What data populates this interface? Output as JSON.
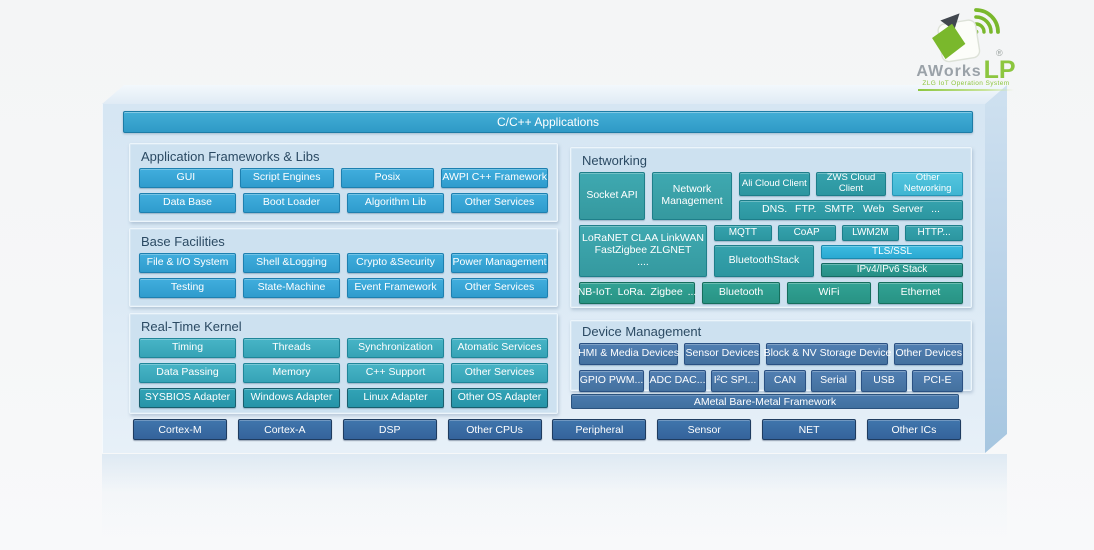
{
  "logo": {
    "brand": "AWorks",
    "suffix": "LP",
    "registered": "®",
    "tagline": "ZLG IoT Operation System"
  },
  "colors": {
    "brand_green": "#8cc63f",
    "sky_blue": "#35a4d4",
    "teal": "#38a8b4",
    "green_teal": "#2d9c8e",
    "steel_blue": "#4a7cb0",
    "navy_chip": "#3a6ba2",
    "panel_blue": "#cde1f0"
  },
  "top_bar": {
    "label": "C/C++ Applications"
  },
  "app_frameworks": {
    "title": "Application Frameworks & Libs",
    "row1": [
      "GUI",
      "Script Engines",
      "Posix",
      "AWPI C++ Framework"
    ],
    "row2": [
      "Data Base",
      "Boot Loader",
      "Algorithm Lib",
      "Other Services"
    ]
  },
  "base_facilities": {
    "title": "Base Facilities",
    "row1": [
      "File & I/O System",
      "Shell &Logging",
      "Crypto &Security",
      "Power Management"
    ],
    "row2": [
      "Testing",
      "State-Machine",
      "Event Framework",
      "Other Services"
    ]
  },
  "rt_kernel": {
    "title": "Real-Time Kernel",
    "row1": [
      "Timing",
      "Threads",
      "Synchronization",
      "Atomatic Services"
    ],
    "row2": [
      "Data Passing",
      "Memory",
      "C++ Support",
      "Other Services"
    ],
    "row3": [
      "SYSBIOS Adapter",
      "Windows Adapter",
      "Linux Adapter",
      "Other OS Adapter"
    ]
  },
  "networking": {
    "title": "Networking",
    "socket_api": "Socket API",
    "network_management": "Network Management",
    "cloud_clients": [
      "Ali Cloud Client",
      "ZWS Cloud Client",
      "Other Networking"
    ],
    "dns_bar": "DNS. FTP. SMTP. Web Server ...",
    "protocols": [
      "MQTT",
      "CoAP",
      "LWM2M",
      "HTTP..."
    ],
    "lora_line1": "LoRaNET CLAA LinkWAN",
    "lora_line2": "FastZigbee ZLGNET",
    "lora_line3": "....",
    "bluetooth_stack": "BluetoothStack",
    "tls": "TLS/SSL",
    "ip_stack": "IPv4/IPv6 Stack",
    "phy": [
      "NB-IoT. LoRa. Zigbee ...",
      "Bluetooth",
      "WiFi",
      "Ethernet"
    ]
  },
  "device_mgmt": {
    "title": "Device Management",
    "row1": [
      "HMI & Media Devices",
      "Sensor Devices",
      "Block & NV Storage Device",
      "Other Devices"
    ],
    "row2": [
      "GPIO PWM...",
      "ADC DAC...",
      "I²C SPI...",
      "CAN",
      "Serial",
      "USB",
      "PCI-E"
    ]
  },
  "ametal": {
    "label": "AMetal Bare-Metal Framework"
  },
  "hardware": {
    "chips": [
      "Cortex-M",
      "Cortex-A",
      "DSP",
      "Other CPUs",
      "Peripheral",
      "Sensor",
      "NET",
      "Other ICs"
    ]
  }
}
